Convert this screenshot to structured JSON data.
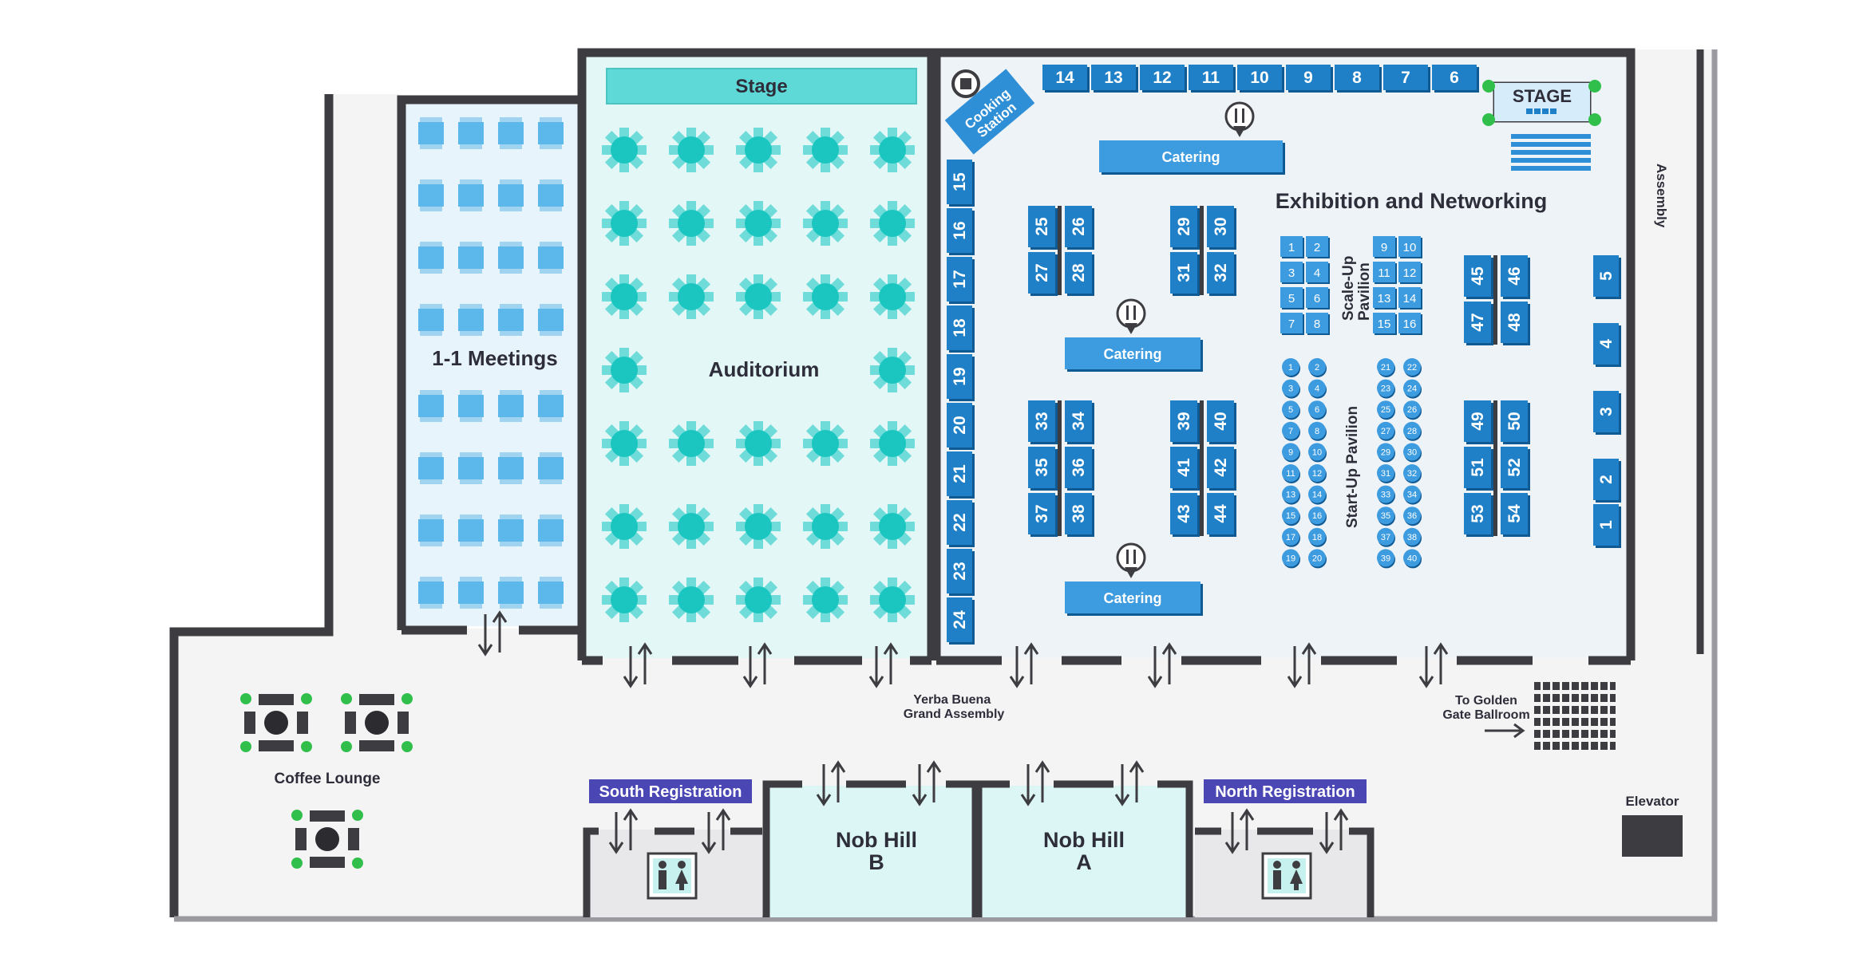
{
  "rooms": {
    "meetings": "1-1 Meetings",
    "auditorium": "Auditorium",
    "auditorium_stage": "Stage",
    "exhibition": "Exhibition and Networking",
    "exhibition_stage": "STAGE",
    "assembly": "Assembly",
    "cooking_station": "Cooking Station",
    "catering": "Catering",
    "scaleup": "Scale-Up Pavilion",
    "startup": "Start-Up Pavilion",
    "grand_assembly": "Yerba Buena Grand Assembly",
    "golden_gate": "To Golden Gate Ballroom",
    "elevator": "Elevator",
    "coffee": "Coffee Lounge",
    "south_reg": "South Registration",
    "north_reg": "North Registration",
    "nob_hill_b": "Nob Hill B",
    "nob_hill_a": "Nob Hill A"
  },
  "booths": {
    "top_row": [
      "14",
      "13",
      "12",
      "11",
      "10",
      "9",
      "8",
      "7",
      "6"
    ],
    "left_col": [
      "15",
      "16",
      "17",
      "18",
      "19",
      "20",
      "21",
      "22",
      "23",
      "24"
    ],
    "right_col": [
      "5",
      "4",
      "3",
      "2",
      "1"
    ],
    "islands": [
      [
        "25",
        "26",
        "27",
        "28"
      ],
      [
        "29",
        "30",
        "31",
        "32"
      ],
      [
        "33",
        "34",
        "35",
        "36",
        "37",
        "38"
      ],
      [
        "39",
        "40",
        "41",
        "42",
        "43",
        "44"
      ],
      [
        "45",
        "46",
        "47",
        "48"
      ],
      [
        "49",
        "50",
        "51",
        "52",
        "53",
        "54"
      ]
    ],
    "scaleup": [
      "1",
      "2",
      "3",
      "4",
      "5",
      "6",
      "7",
      "8",
      "9",
      "10",
      "11",
      "12",
      "13",
      "14",
      "15",
      "16"
    ],
    "startup": [
      "1",
      "2",
      "3",
      "4",
      "5",
      "6",
      "7",
      "8",
      "9",
      "10",
      "11",
      "12",
      "13",
      "14",
      "15",
      "16",
      "17",
      "18",
      "19",
      "20",
      "21",
      "22",
      "23",
      "24",
      "25",
      "26",
      "27",
      "28",
      "29",
      "30",
      "31",
      "32",
      "33",
      "34",
      "35",
      "36",
      "37",
      "38",
      "39",
      "40"
    ]
  },
  "colors": {
    "wall": "#3c3c41",
    "floor": "#f4f4f5",
    "auditorium_floor": "#e3f7f7",
    "meeting_floor": "#e8f4fb",
    "booth": "#1f80c8",
    "meeting_square": "#5cb8ea",
    "round_table": "#1bc6c0",
    "stage": "#5fd9d7",
    "registration": "#4a47b5",
    "nob_hill": "#dcf5f5"
  }
}
